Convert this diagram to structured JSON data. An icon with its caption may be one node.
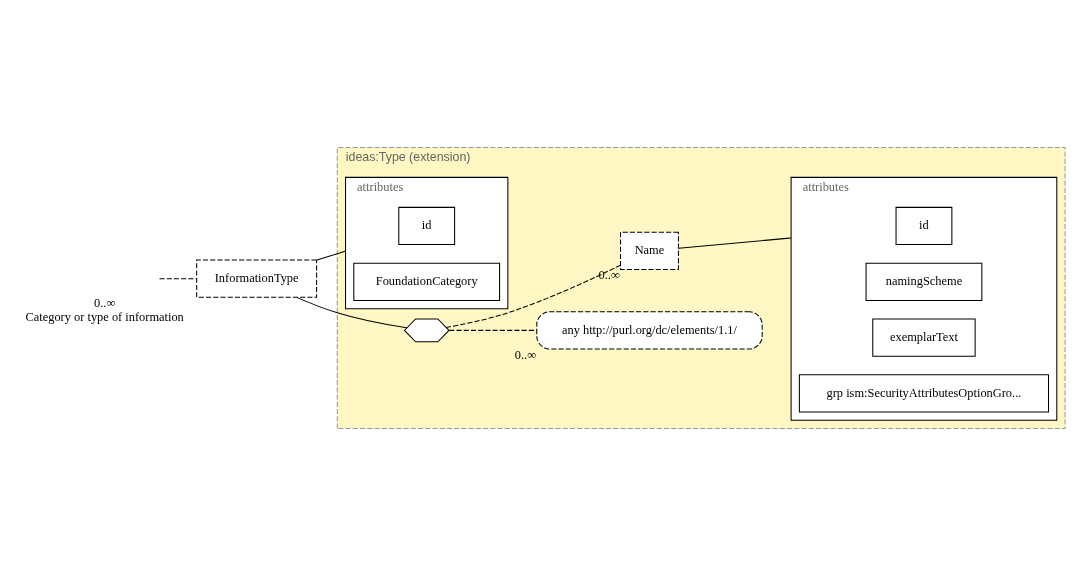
{
  "diagram": {
    "nodes": [
      {
        "text": [
          "InformationType"
        ],
        "beside": [
          "0..∞",
          "Category or type of information"
        ]
      },
      {
        "text": [
          "ideas:Type (extension)"
        ]
      },
      {
        "text": [
          "attributes"
        ],
        "in": 1
      },
      {
        "text": [
          "id"
        ],
        "in": 2
      },
      {
        "text": [
          "FoundationCategory"
        ],
        "in": 2
      },
      {
        "text": [],
        "shape": "hexagon",
        "in": 1
      },
      {
        "text": [
          "any http://purl.org/dc/elements/1.1/"
        ],
        "beside": [
          "0..∞"
        ],
        "in": 1
      },
      {
        "text": [
          "Name"
        ],
        "beside": [
          "0..∞"
        ],
        "in": 1
      },
      {
        "text": [
          "attributes"
        ],
        "in": 1
      },
      {
        "text": [
          "id"
        ],
        "in": 8
      },
      {
        "text": [
          "namingScheme"
        ],
        "in": 8
      },
      {
        "text": [
          "exemplarText"
        ],
        "in": 8
      },
      {
        "text": [
          "grp ism:SecurityAttributesOptionGro..."
        ],
        "in": 8
      }
    ],
    "edges": [
      {
        "from": null,
        "to": 0,
        "arrow": "none",
        "style": "dashed"
      },
      {
        "from": 0,
        "to": 2,
        "arrow": "none"
      },
      {
        "from": 0,
        "to": 5,
        "arrow": "none"
      },
      {
        "from": 5,
        "to": 6,
        "arrow": "none",
        "style": "dashed"
      },
      {
        "from": 5,
        "to": 7,
        "arrow": "none",
        "style": "dashed"
      },
      {
        "from": 7,
        "to": 8,
        "arrow": "none"
      }
    ]
  }
}
